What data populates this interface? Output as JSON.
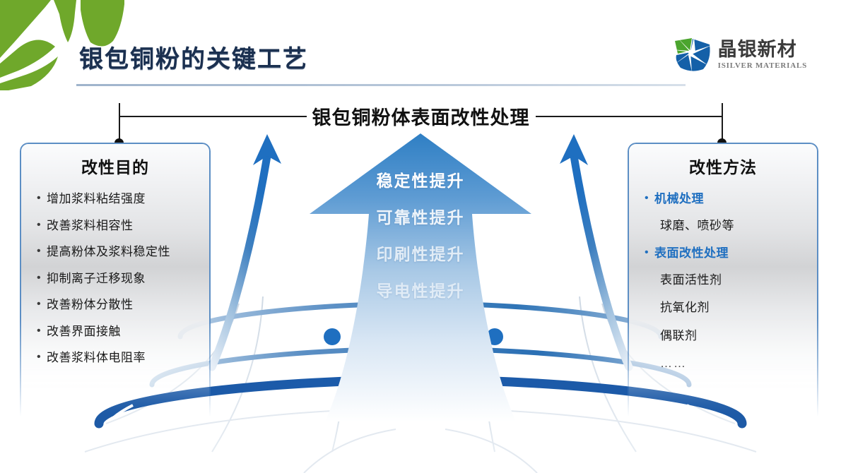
{
  "slide": {
    "title": "银包铜粉的关键工艺",
    "center_heading": "银包铜粉体表面改性处理"
  },
  "logo": {
    "cn": "晶银新材",
    "en": "ISILVER MATERIALS",
    "mark_name": "isilver-diamond-starburst-logo",
    "green": "#4ba52e",
    "blue": "#1460a8"
  },
  "colors": {
    "title_navy": "#1b3050",
    "accent_blue": "#1f6fc0",
    "panel_border": "#5c8ec4",
    "ring_dark": "#1b5bab",
    "ring_mid": "#2b72b8",
    "ring_light": "#6b9ed2",
    "leaf_green": "#6fa82b"
  },
  "left_panel": {
    "title": "改性目的",
    "items": [
      {
        "bullet": "•",
        "text": "增加浆料粘结强度",
        "style": "plain"
      },
      {
        "bullet": "•",
        "text": "改善浆料相容性",
        "style": "plain"
      },
      {
        "bullet": "•",
        "text": "提高粉体及浆料稳定性",
        "style": "plain"
      },
      {
        "bullet": "•",
        "text": "抑制离子迁移现象",
        "style": "plain"
      },
      {
        "bullet": "•",
        "text": "改善粉体分散性",
        "style": "plain"
      },
      {
        "bullet": "•",
        "text": "改善界面接触",
        "style": "plain"
      },
      {
        "bullet": "•",
        "text": "改善浆料体电阻率",
        "style": "plain"
      }
    ]
  },
  "right_panel": {
    "title": "改性方法",
    "items": [
      {
        "bullet": "•",
        "text": "机械处理",
        "style": "emph"
      },
      {
        "bullet": "",
        "text": "球磨、喷砂等",
        "style": "sub"
      },
      {
        "bullet": "•",
        "text": "表面改性处理",
        "style": "emph"
      },
      {
        "bullet": "",
        "text": "表面活性剂",
        "style": "sub"
      },
      {
        "bullet": "",
        "text": "抗氧化剂",
        "style": "sub"
      },
      {
        "bullet": "",
        "text": "偶联剂",
        "style": "sub"
      },
      {
        "bullet": "",
        "text": "……",
        "style": "dots"
      }
    ]
  },
  "center_arrow": {
    "labels": [
      {
        "text": "稳定性提升",
        "opacity": 1.0
      },
      {
        "text": "可靠性提升",
        "opacity": 0.85
      },
      {
        "text": "印刷性提升",
        "opacity": 0.7
      },
      {
        "text": "导电性提升",
        "opacity": 0.55
      }
    ]
  }
}
